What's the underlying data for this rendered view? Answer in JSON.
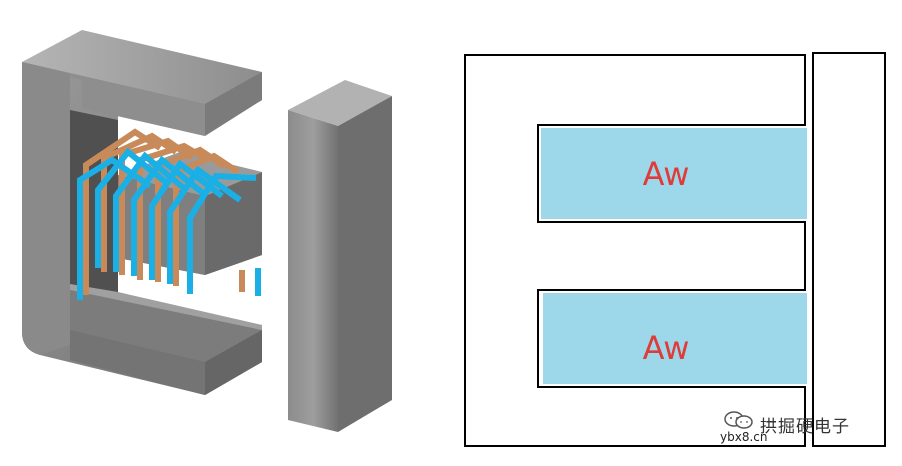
{
  "labels": {
    "aw_top": "Aw",
    "aw_bottom": "Aw"
  },
  "watermark": {
    "name": "拱掘硬电子",
    "site": "ybx8.cn"
  },
  "colors": {
    "core_gray": "#8a8a8a",
    "winding_copper": "#c98a5a",
    "winding_blue": "#1ab0e6",
    "window_fill": "#9dd8ea",
    "label_red": "#e03b3b",
    "outline": "#000000"
  },
  "icons": {
    "watermark": "wechat-icon"
  }
}
